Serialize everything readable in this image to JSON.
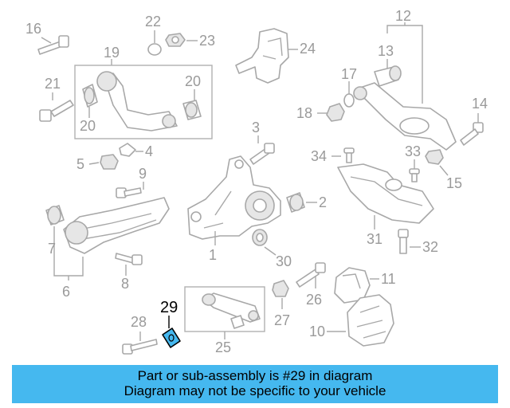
{
  "labels": {
    "p1": "1",
    "p2": "2",
    "p3": "3",
    "p4": "4",
    "p5": "5",
    "p6": "6",
    "p7": "7",
    "p8": "8",
    "p9": "9",
    "p10": "10",
    "p11": "11",
    "p12": "12",
    "p13": "13",
    "p14": "14",
    "p15": "15",
    "p16": "16",
    "p17": "17",
    "p18": "18",
    "p19": "19",
    "p20a": "20",
    "p20b": "20",
    "p21": "21",
    "p22": "22",
    "p23": "23",
    "p24": "24",
    "p25": "25",
    "p26": "26",
    "p27": "27",
    "p28": "28",
    "p29": "29",
    "p30": "30",
    "p31": "31",
    "p32": "32",
    "p33": "33",
    "p34": "34"
  },
  "highlight": {
    "part": "29",
    "color": "#45b8ef"
  },
  "banner": {
    "line1": "Part or sub-assembly is #29 in diagram",
    "line2": "Diagram may not be specific to your vehicle",
    "color": "#45b8ef"
  }
}
